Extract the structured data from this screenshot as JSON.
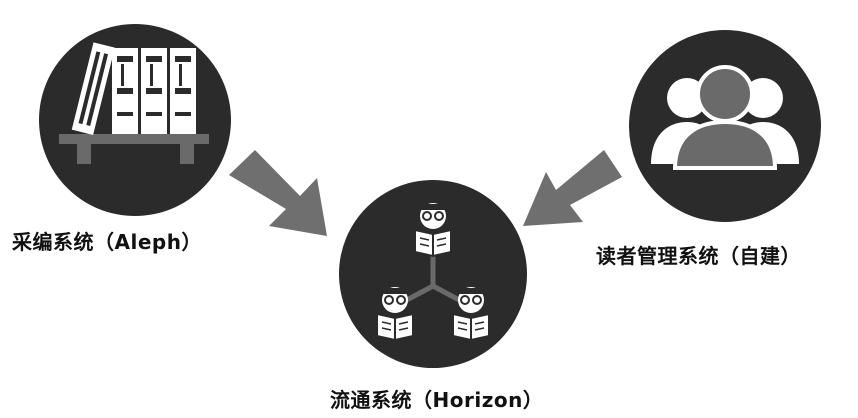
{
  "nodes": {
    "acquisition": {
      "label": "采编系统（Aleph）",
      "icon": "bookshelf-icon"
    },
    "circulation": {
      "label": "流通系统（Horizon）",
      "icon": "readers-network-icon"
    },
    "reader": {
      "label": "读者管理系统（自建）",
      "icon": "user-group-icon"
    }
  },
  "edges": [
    {
      "from": "acquisition",
      "to": "circulation"
    },
    {
      "from": "reader",
      "to": "circulation"
    }
  ],
  "colors": {
    "circle": "#2b2b2b",
    "arrow": "#6f6f6f",
    "icon_light": "#ffffff",
    "icon_gray": "#6a6a6a",
    "text": "#111111"
  }
}
